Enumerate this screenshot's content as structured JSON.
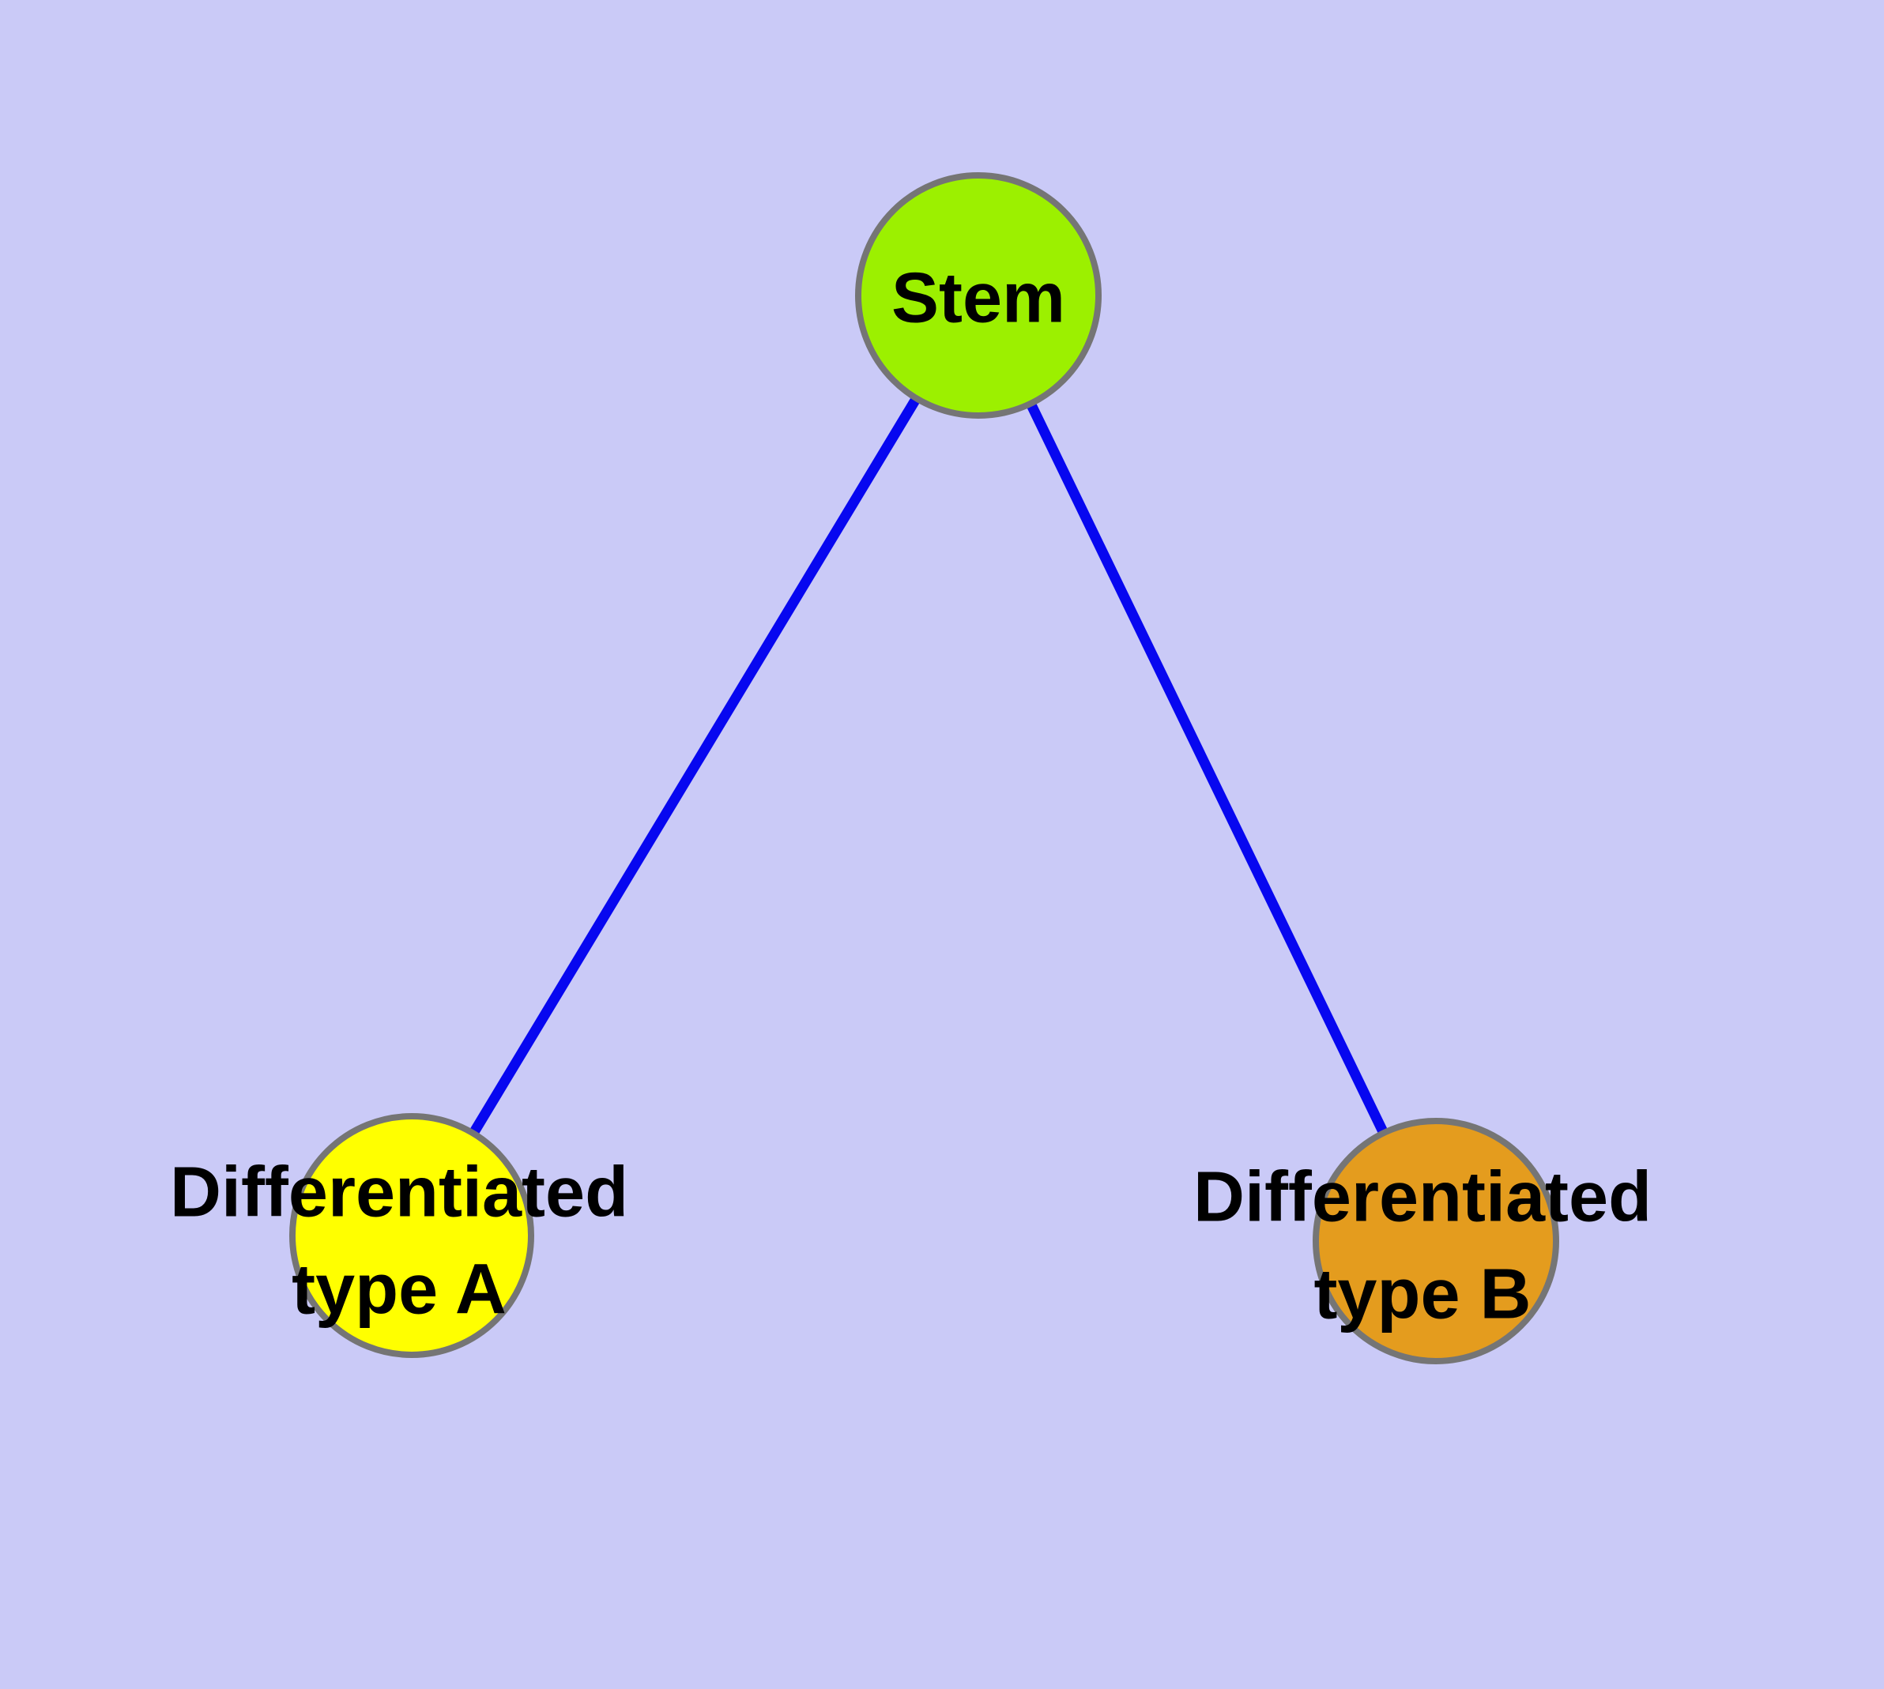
{
  "diagram": {
    "background_color": "#cacaf7",
    "edge_color": "#0707f0",
    "node_border_color": "#757575",
    "label_color": "#000000",
    "nodes": [
      {
        "id": "stem",
        "label": "Stem",
        "color": "#9cf000"
      },
      {
        "id": "differentiated-type-a",
        "label": "Differentiated type A",
        "line1": "Differentiated",
        "line2": "type A",
        "color": "#ffff00"
      },
      {
        "id": "differentiated-type-b",
        "label": "Differentiated type B",
        "line1": "Differentiated",
        "line2": "type B",
        "color": "#e49c1e"
      }
    ],
    "edges": [
      {
        "from": "Stem",
        "to": "Differentiated type A"
      },
      {
        "from": "Stem",
        "to": "Differentiated type B"
      }
    ]
  }
}
